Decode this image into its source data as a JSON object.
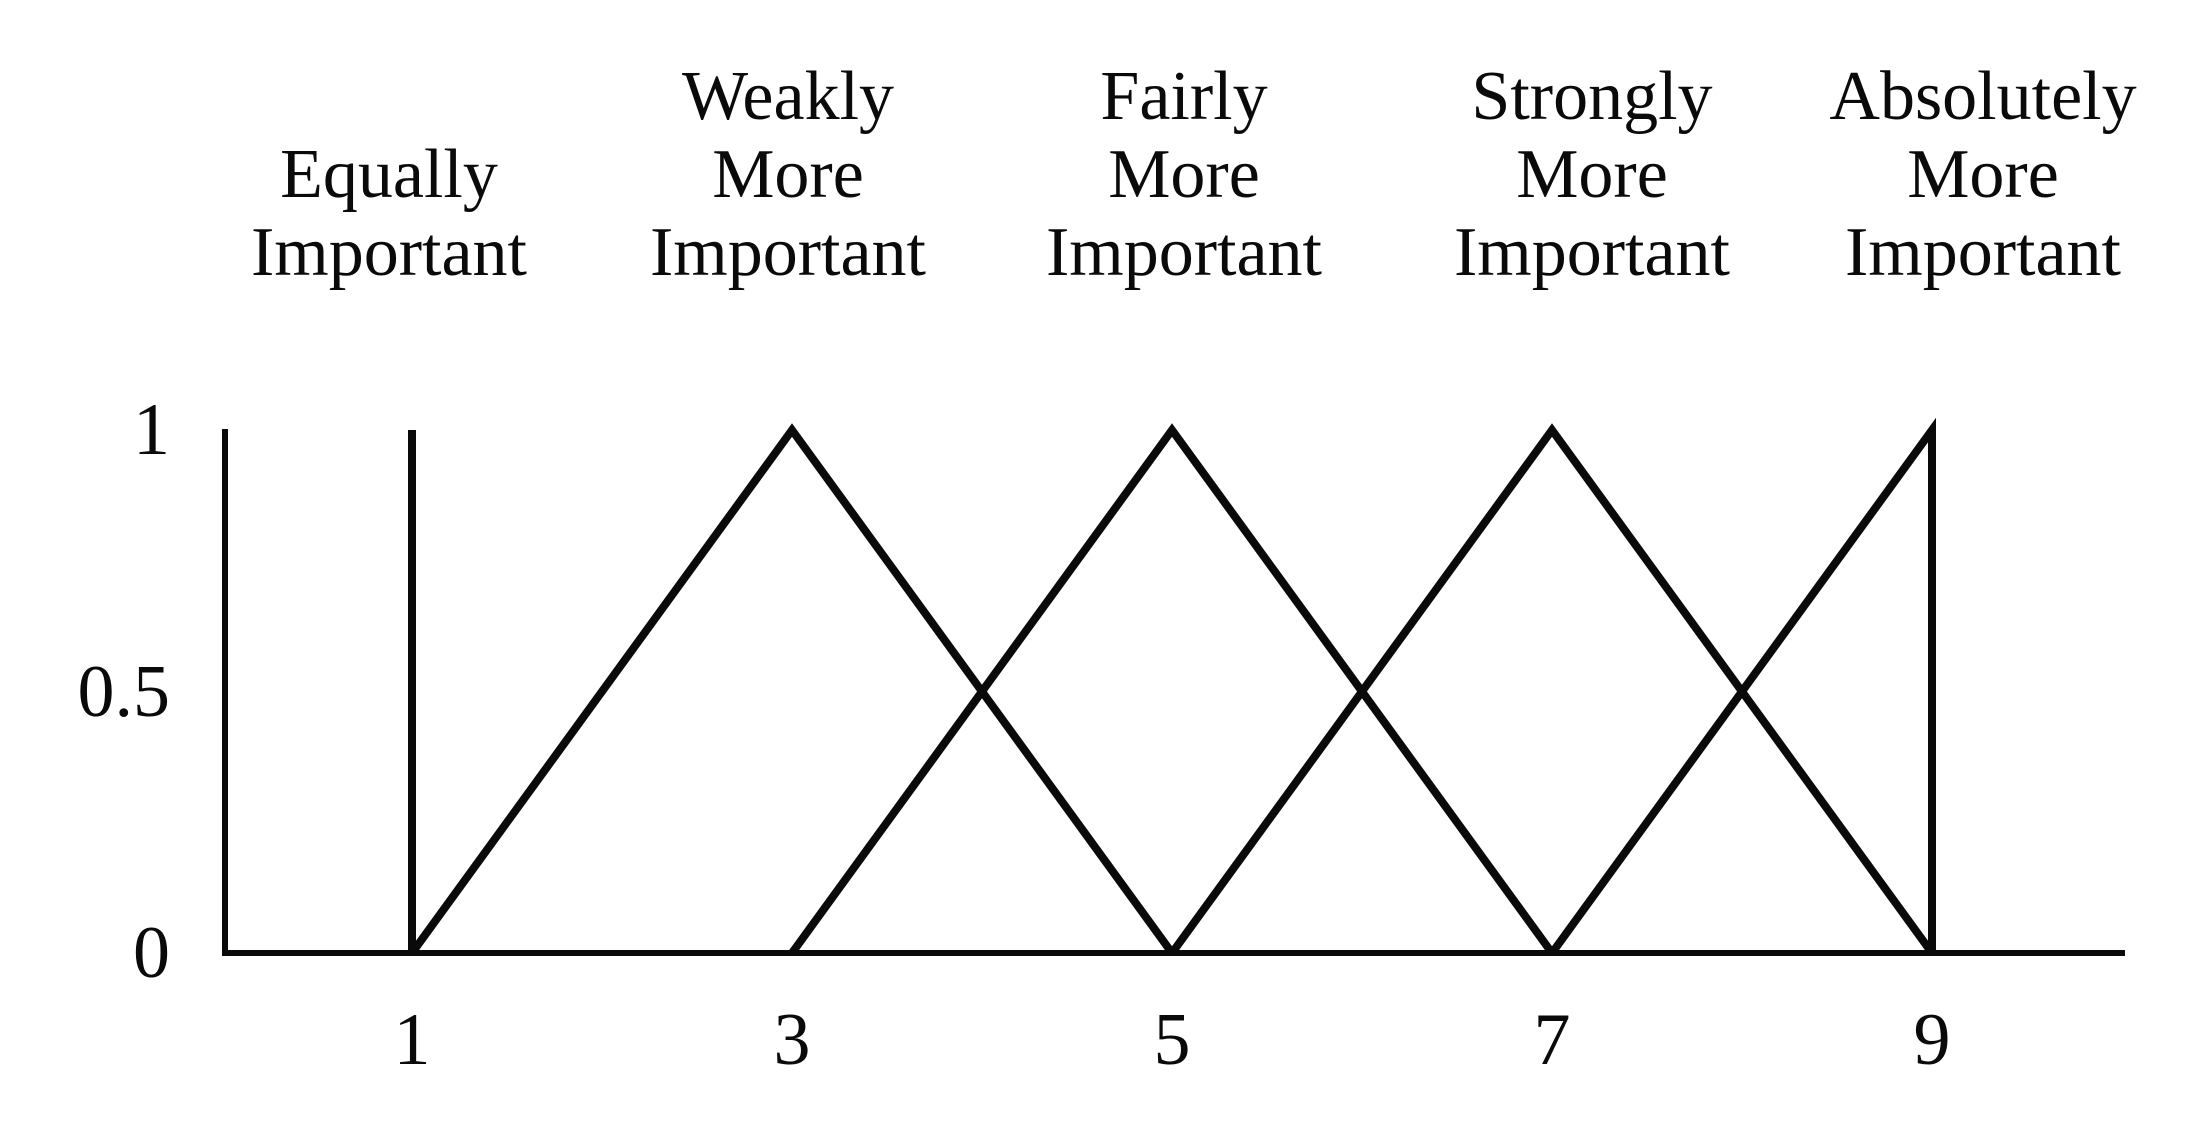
{
  "figure": {
    "background_color": "#ffffff",
    "ink_color": "#0a0a0a",
    "description": "Triangular fuzzy membership functions of the AHP linguistic importance scale"
  },
  "chart_data": {
    "type": "line",
    "title": "",
    "xlabel": "",
    "ylabel": "",
    "xlim": [
      0,
      10
    ],
    "ylim": [
      0,
      1
    ],
    "grid": false,
    "legend_position": "labels-above-peaks",
    "x_ticks": [
      1,
      3,
      5,
      7,
      9
    ],
    "x_tick_labels": [
      "1",
      "3",
      "5",
      "7",
      "9"
    ],
    "y_ticks": [
      0,
      0.5,
      1
    ],
    "y_tick_labels": [
      "0",
      "0.5",
      "1"
    ],
    "series": [
      {
        "name": "Equally Important",
        "label_lines": [
          "Equally",
          "Important"
        ],
        "shape": "vertical-spike",
        "points": [
          [
            1,
            0
          ],
          [
            1,
            1
          ]
        ]
      },
      {
        "name": "Weakly More Important",
        "label_lines": [
          "Weakly",
          "More",
          "Important"
        ],
        "shape": "triangle",
        "points": [
          [
            1,
            0
          ],
          [
            3,
            1
          ],
          [
            5,
            0
          ]
        ]
      },
      {
        "name": "Fairly More Important",
        "label_lines": [
          "Fairly",
          "More",
          "Important"
        ],
        "shape": "triangle",
        "points": [
          [
            3,
            0
          ],
          [
            5,
            1
          ],
          [
            7,
            0
          ]
        ]
      },
      {
        "name": "Strongly More Important",
        "label_lines": [
          "Strongly",
          "More",
          "Important"
        ],
        "shape": "triangle",
        "points": [
          [
            5,
            0
          ],
          [
            7,
            1
          ],
          [
            9,
            0
          ]
        ]
      },
      {
        "name": "Absolutely More Important",
        "label_lines": [
          "Absolutely",
          "More",
          "Important"
        ],
        "shape": "right-shoulder",
        "points": [
          [
            7,
            0
          ],
          [
            9,
            1
          ],
          [
            9,
            0
          ]
        ]
      }
    ]
  }
}
